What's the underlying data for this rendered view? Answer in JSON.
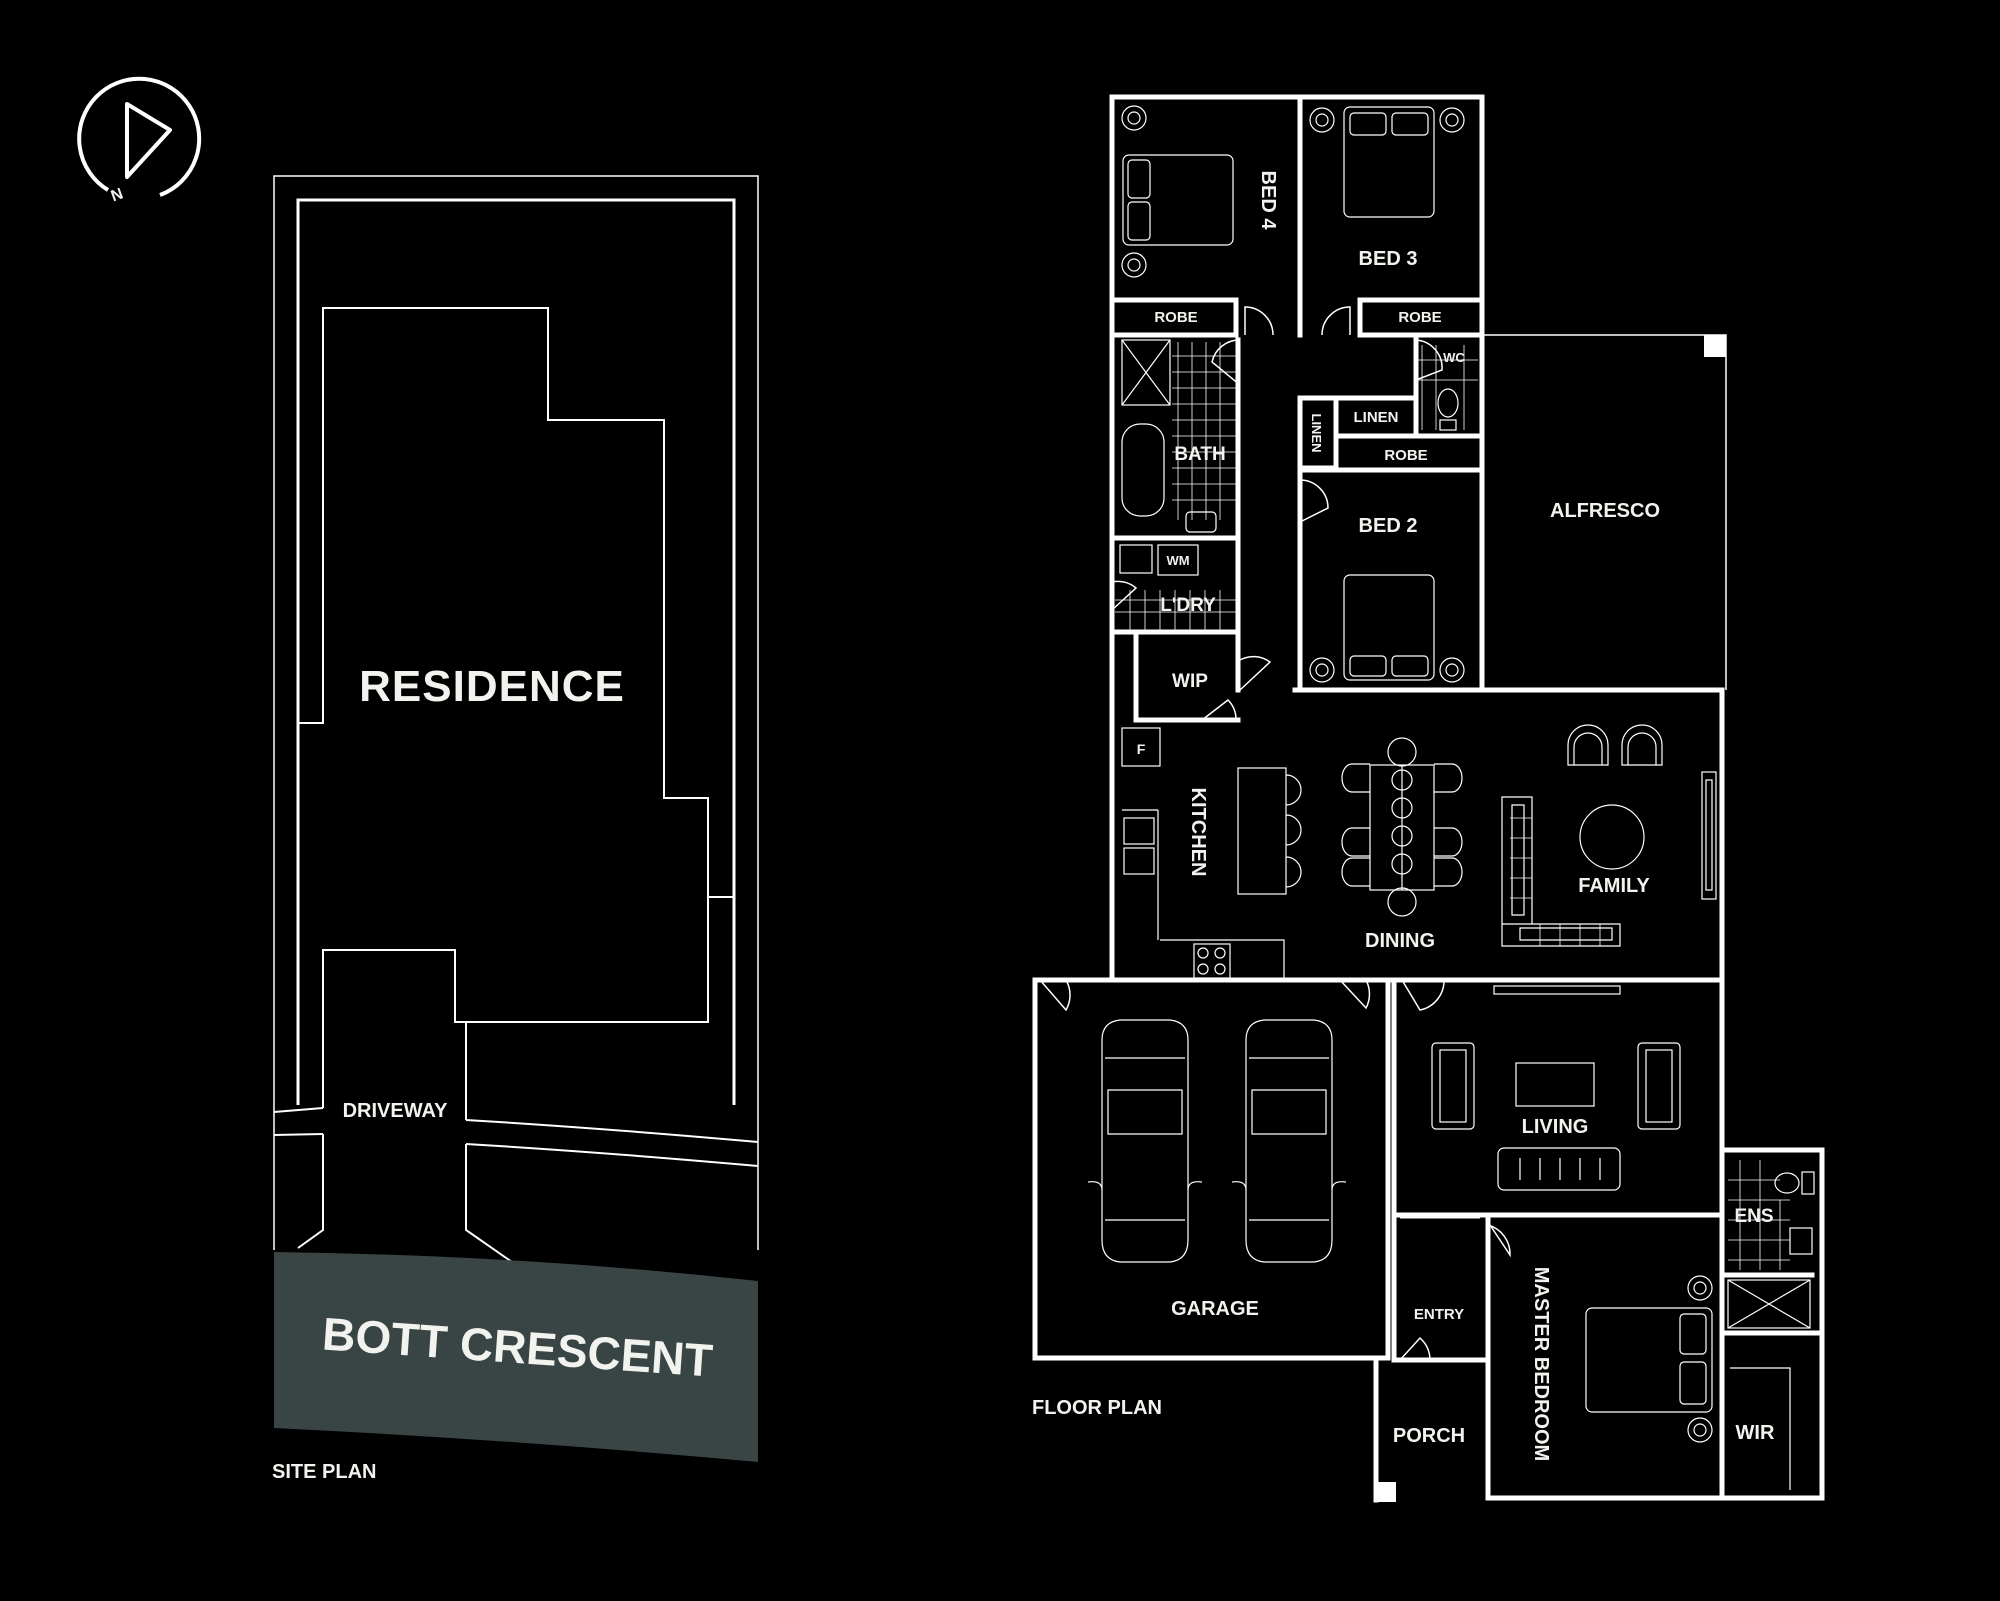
{
  "colors": {
    "background": "#000000",
    "line": "#ffffff",
    "street": "#394545",
    "text": "#f2f2ee"
  },
  "compass": {
    "label": "N"
  },
  "site_plan": {
    "caption": "SITE PLAN",
    "residence_label": "RESIDENCE",
    "driveway_label": "DRIVEWAY",
    "street_label": "BOTT CRESCENT"
  },
  "floor_plan": {
    "caption": "FLOOR PLAN",
    "rooms": {
      "bed4": "BED 4",
      "bed3": "BED 3",
      "robe_bed4": "ROBE",
      "robe_bed3": "ROBE",
      "wc": "WC",
      "linen_vertical": "LINEN",
      "linen": "LINEN",
      "robe_bed2": "ROBE",
      "bath": "BATH",
      "bed2": "BED 2",
      "alfresco": "ALFRESCO",
      "wm": "WM",
      "laundry": "L'DRY",
      "wip": "WIP",
      "fridge": "F",
      "kitchen": "KITCHEN",
      "dining": "DINING",
      "family": "FAMILY",
      "garage": "GARAGE",
      "living": "LIVING",
      "ens": "ENS",
      "entry": "ENTRY",
      "master": "MASTER BEDROOM",
      "porch": "PORCH",
      "wir": "WIR"
    }
  }
}
